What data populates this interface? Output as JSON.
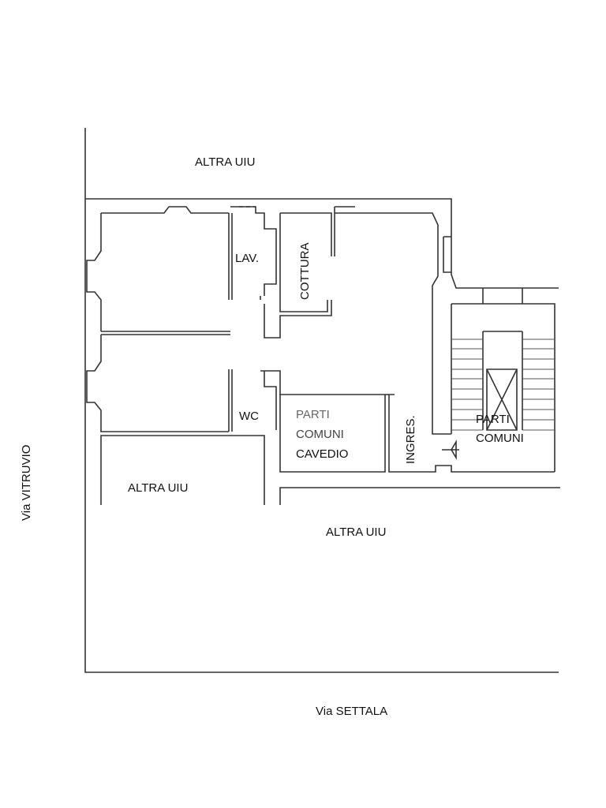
{
  "labels": {
    "top_neighbor": "ALTRA UIU",
    "laundry": "LAV.",
    "kitchen": "COTTURA",
    "wc": "WC",
    "courtyard": [
      "PARTI",
      "COMUNI",
      "CAVEDIO"
    ],
    "entrance": "INGRES.",
    "stairwell": [
      "PARTI",
      "COMUNI"
    ],
    "left_neighbor": "ALTRA UIU",
    "bottom_neighbor": "ALTRA UIU"
  },
  "streets": {
    "west": "Via VITRUVIO",
    "south": "Via SETTALA"
  }
}
